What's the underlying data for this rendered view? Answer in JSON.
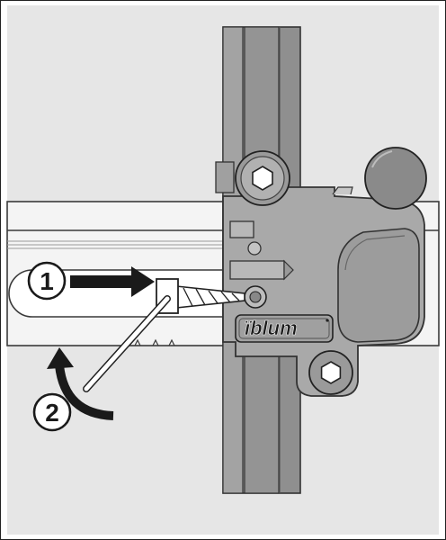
{
  "diagram": {
    "steps": [
      {
        "number": "1",
        "action": "push-arrow"
      },
      {
        "number": "2",
        "action": "rotate-arrow"
      }
    ],
    "brand_logo": "blum",
    "colors": {
      "background": "#e6e6e6",
      "rail": "#f4f4f4",
      "rail_outline": "#3a3a3a",
      "post": "#8f8f8f",
      "post_dark": "#5e5e5e",
      "bracket": "#a9a9a9",
      "bracket_dark": "#6d6d6d",
      "arrow": "#1a1a1a"
    }
  }
}
